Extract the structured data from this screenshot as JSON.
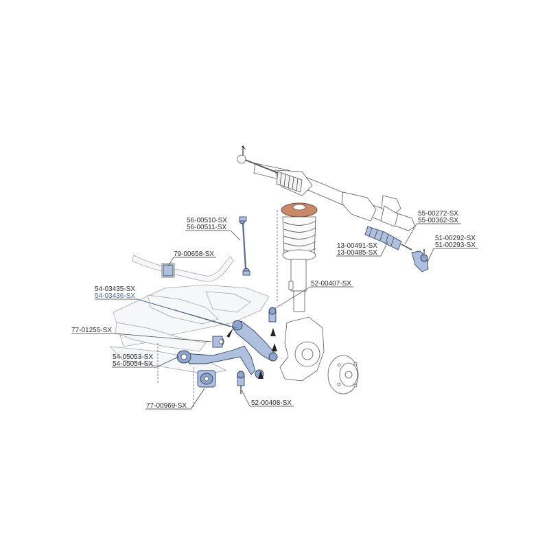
{
  "labels": {
    "p55_00272": "55-00272-SX",
    "p55_00362": "55-00362-SX",
    "p51_00292": "51-00292-SX",
    "p51_00293": "51-00293-SX",
    "p13_00491": "13-00491-SX",
    "p13_00485": "13-00485-SX",
    "p56_00510": "56-00510-SX",
    "p56_00511": "56-00511-SX",
    "p79_00658": "79-00658-SX",
    "p52_00407": "52-00407-SX",
    "p54_03435": "54-03435-SX",
    "p54_03436": "54-03436-SX",
    "p77_01255": "77-01255-SX",
    "p54_05053": "54-05053-SX",
    "p54_05054": "54-05054-SX",
    "p77_00969": "77-00969-SX",
    "p52_00408": "52-00408-SX"
  },
  "colors": {
    "highlight": "#aec0de",
    "highlight_dark": "#8ea4cc",
    "alt_label": "#3a6aa8",
    "strut_mount": "#c98a6a"
  }
}
